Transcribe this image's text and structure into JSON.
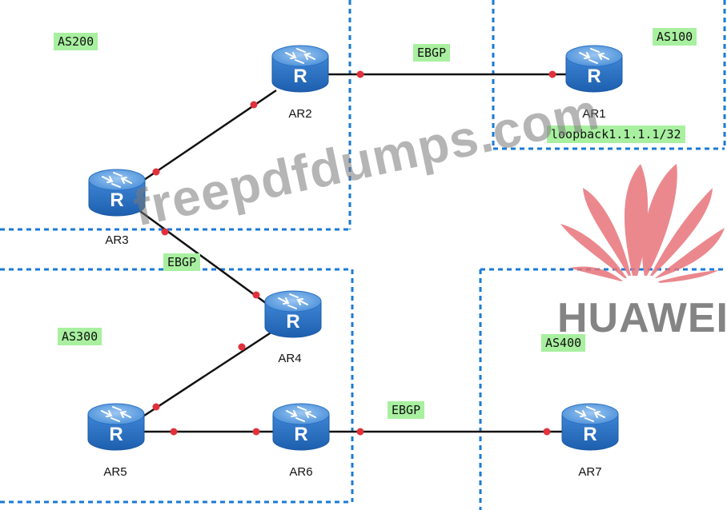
{
  "colors": {
    "boundary": "#1a7ad4",
    "link": "#111111",
    "port": "#e0313b",
    "as_label_bg": "#a8f0a0",
    "router_body": "#3f86d6",
    "watermark": "#808080",
    "huawei_petal": "#e8747a"
  },
  "icons": {
    "router": "router-icon",
    "logo": "huawei-logo-icon"
  },
  "as_areas": {
    "as200": {
      "label": "AS200"
    },
    "as100": {
      "label": "AS100"
    },
    "as300": {
      "label": "AS300"
    },
    "as400": {
      "label": "AS400"
    }
  },
  "loopback": {
    "label": "loopback1.1.1.1/32"
  },
  "links": {
    "ar2_ar1": {
      "label": "EBGP"
    },
    "ar3_ar4": {
      "label": "EBGP"
    },
    "ar6_ar7": {
      "label": "EBGP"
    }
  },
  "routers": {
    "ar1": {
      "name": "AR1"
    },
    "ar2": {
      "name": "AR2"
    },
    "ar3": {
      "name": "AR3"
    },
    "ar4": {
      "name": "AR4"
    },
    "ar5": {
      "name": "AR5"
    },
    "ar6": {
      "name": "AR6"
    },
    "ar7": {
      "name": "AR7"
    }
  },
  "watermark": {
    "text": "freepdfdumps.com"
  },
  "logo": {
    "text": "HUAWEI"
  }
}
